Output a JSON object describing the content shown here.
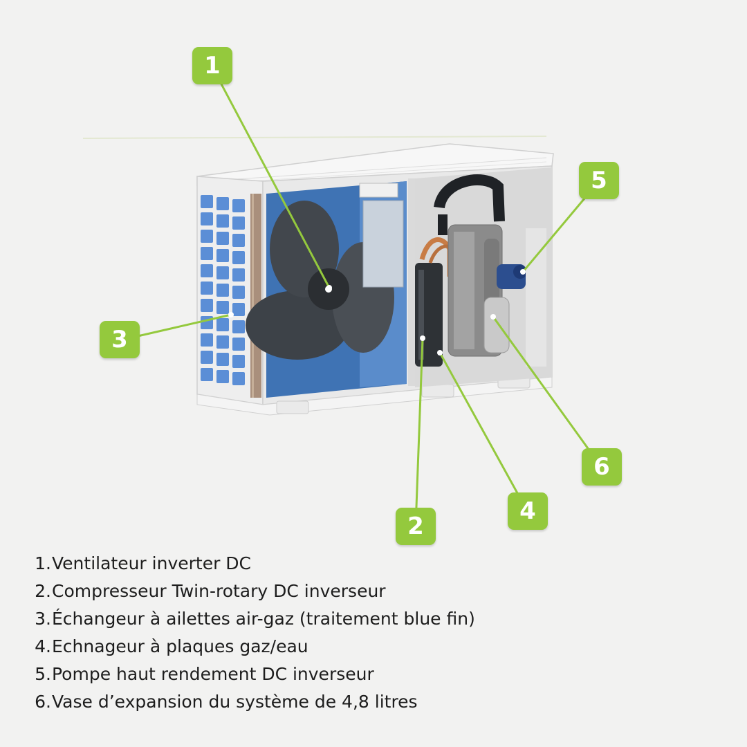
{
  "colors": {
    "accent": "#94c93d",
    "fin_blue": "#5b8ed6",
    "panel_blue": "#3f73b4",
    "casing": "#eeeeee",
    "text": "#1d1d1d"
  },
  "callouts": [
    {
      "label": "1"
    },
    {
      "label": "2"
    },
    {
      "label": "3"
    },
    {
      "label": "4"
    },
    {
      "label": "5"
    },
    {
      "label": "6"
    }
  ],
  "legend": [
    {
      "num": "1.",
      "text": "Ventilateur inverter DC"
    },
    {
      "num": "2.",
      "text": "Compresseur Twin-rotary DC inverseur"
    },
    {
      "num": "3.",
      "text": "Échangeur à ailettes air-gaz (traitement blue fin)"
    },
    {
      "num": "4.",
      "text": "Echnageur à plaques gaz/eau"
    },
    {
      "num": "5.",
      "text": "Pompe haut rendement DC inverseur"
    },
    {
      "num": "6.",
      "text": "Vase d’expansion du système de 4,8 litres"
    }
  ]
}
